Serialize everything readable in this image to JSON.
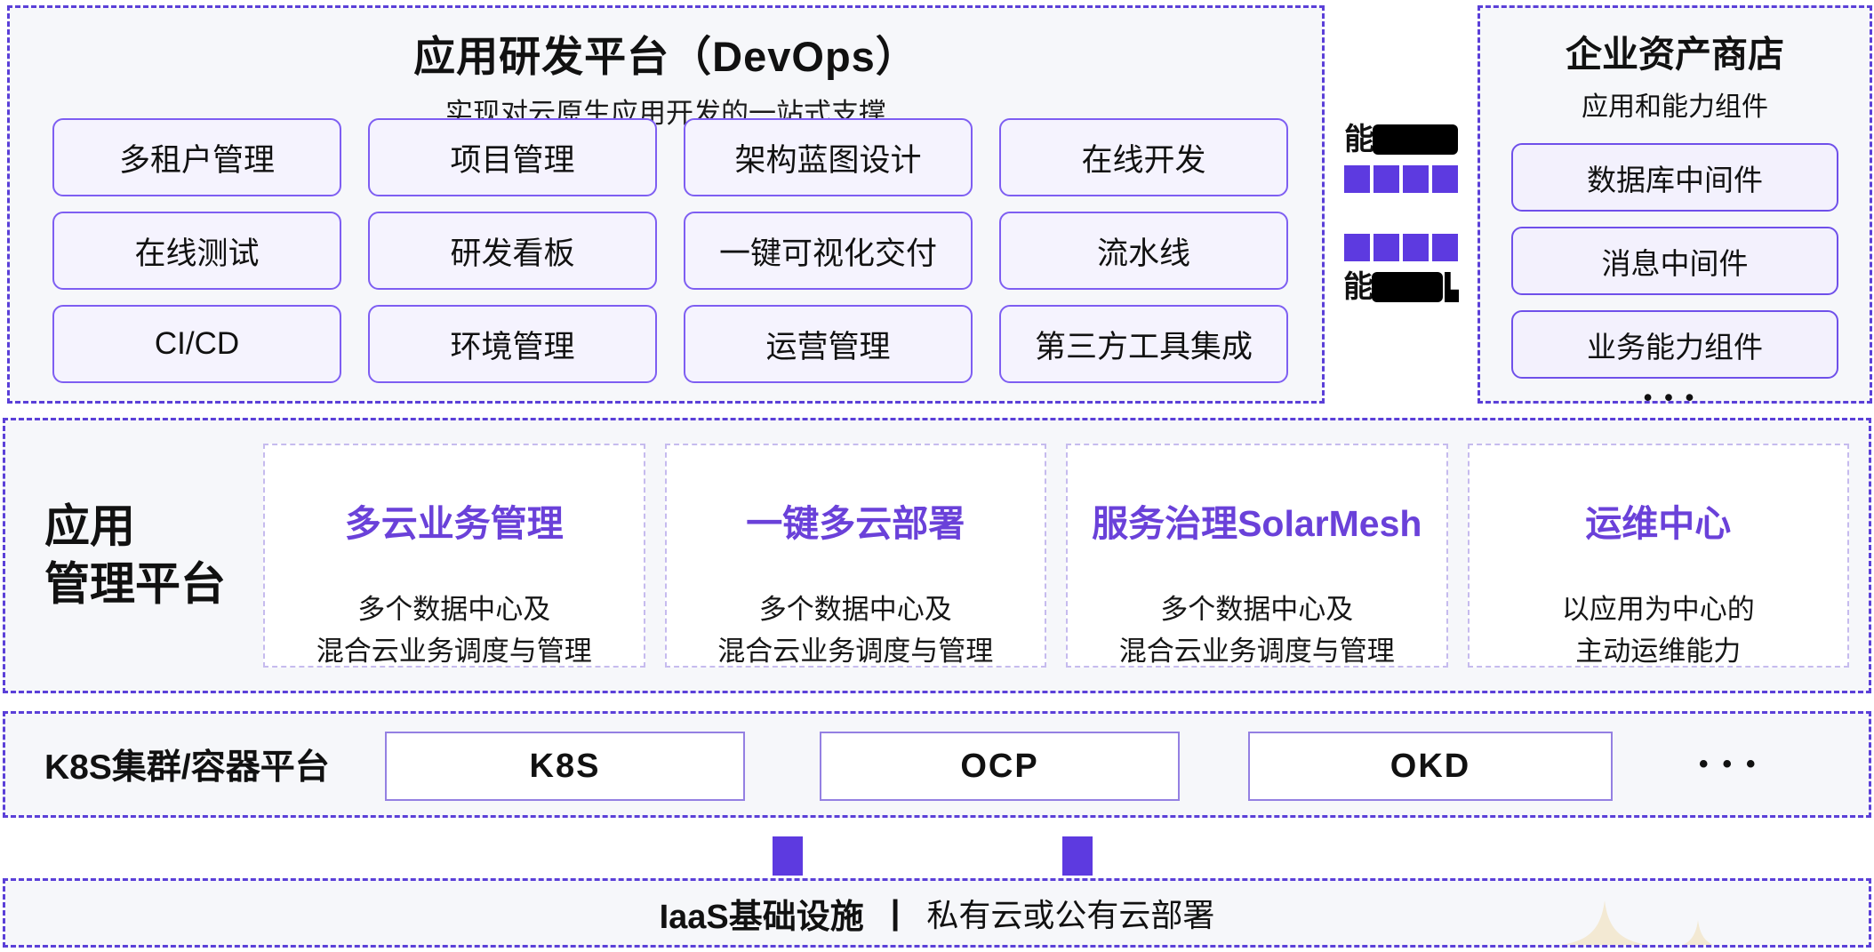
{
  "colors": {
    "accent_purple": "#5d3ae0",
    "card_title_purple": "#6a41d9",
    "dashed_border_purple": "#5b40d8",
    "sparkle_cream": "#f3e9d3"
  },
  "devops": {
    "title": "应用研发平台（DevOps）",
    "subtitle": "实现对云原生应用开发的一站式支撑",
    "buttons": [
      "多租户管理",
      "项目管理",
      "架构蓝图设计",
      "在线开发",
      "在线测试",
      "研发看板",
      "一键可视化交付",
      "流水线",
      "CI/CD",
      "环境管理",
      "运营管理",
      "第三方工具集成"
    ]
  },
  "bridge": {
    "top_label_visible": "能",
    "bottom_label_visible": "能"
  },
  "asset_store": {
    "title": "企业资产商店",
    "subtitle": "应用和能力组件",
    "items": [
      "数据库中间件",
      "消息中间件",
      "业务能力组件"
    ],
    "more": "•••"
  },
  "management": {
    "label_line1": "应用",
    "label_line2": "管理平台",
    "cards": [
      {
        "title": "多云业务管理",
        "desc_line1": "多个数据中心及",
        "desc_line2": "混合云业务调度与管理"
      },
      {
        "title": "一键多云部署",
        "desc_line1": "多个数据中心及",
        "desc_line2": "混合云业务调度与管理"
      },
      {
        "title": "服务治理SolarMesh",
        "desc_line1": "多个数据中心及",
        "desc_line2": "混合云业务调度与管理"
      },
      {
        "title": "运维中心",
        "desc_line1": "以应用为中心的",
        "desc_line2": "主动运维能力"
      }
    ]
  },
  "container_platform": {
    "label": "K8S集群/容器平台",
    "boxes": [
      "K8S",
      "OCP",
      "OKD"
    ],
    "more": "•••"
  },
  "iaas": {
    "label": "IaaS基础设施",
    "separator": "|",
    "desc": "私有云或公有云部署"
  }
}
